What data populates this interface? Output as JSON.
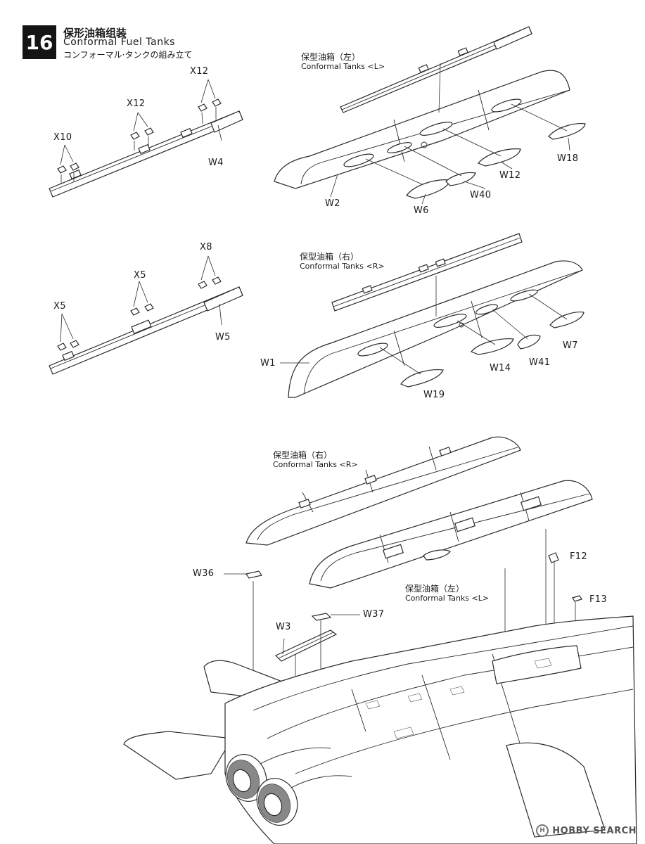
{
  "step": {
    "number": "16",
    "title_zh": "保形油箱组装",
    "title_en": "Conformal Fuel Tanks",
    "title_ja": "コンフォーマル·タンクの組み立て"
  },
  "tank_labels": {
    "left_top": {
      "zh": "保型油箱（左）",
      "en": "Conformal Tanks <L>"
    },
    "right_mid": {
      "zh": "保型油箱（右）",
      "en": "Conformal Tanks <R>"
    },
    "right_bottom": {
      "zh": "保型油箱（右）",
      "en": "Conformal Tanks <R>"
    },
    "left_bottom": {
      "zh": "保型油箱（左）",
      "en": "Conformal Tanks <L>"
    }
  },
  "parts": {
    "x12_a": "X12",
    "x12_b": "X12",
    "x10": "X10",
    "w4": "W4",
    "w2": "W2",
    "w6": "W6",
    "w40": "W40",
    "w12": "W12",
    "w18": "W18",
    "x8": "X8",
    "x5_a": "X5",
    "x5_b": "X5",
    "w5": "W5",
    "w1": "W1",
    "w19": "W19",
    "w14": "W14",
    "w41": "W41",
    "w7": "W7",
    "w36": "W36",
    "w37": "W37",
    "w3": "W3",
    "f12": "F12",
    "f13": "F13"
  },
  "watermark": "HOBBY SEARCH",
  "colors": {
    "line": "#2a2a2a",
    "badge": "#141414",
    "background": "#ffffff"
  }
}
